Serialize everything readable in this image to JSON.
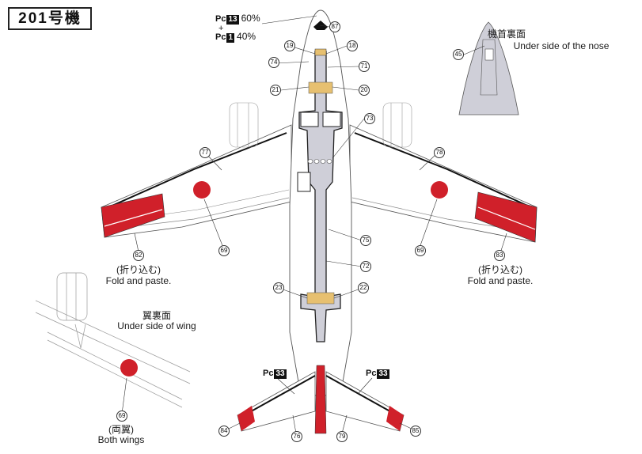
{
  "title": "201号機",
  "paint_note": {
    "line1_code": "13",
    "line1_pct": "60%",
    "plus": "+",
    "line2_code": "1",
    "line2_pct": "40%",
    "prefix": "Pc"
  },
  "nose_inset": {
    "label_jp": "機首裏面",
    "label_en": "Under side of the nose"
  },
  "wing_inset": {
    "label_jp": "翼裏面",
    "label_en": "Under side of wing"
  },
  "both_wings": {
    "label_jp": "(両翼)",
    "label_en": "Both wings"
  },
  "fold_left": {
    "label_jp": "(折り込む)",
    "label_en": "Fold and paste."
  },
  "fold_right": {
    "label_jp": "(折り込む)",
    "label_en": "Fold and paste."
  },
  "tail_paint_left": {
    "prefix": "Pc",
    "code": "33"
  },
  "tail_paint_right": {
    "prefix": "Pc",
    "code": "33"
  },
  "callouts": {
    "c87": "87",
    "c19": "19",
    "c18": "18",
    "c74": "74",
    "c71": "71",
    "c21": "21",
    "c20": "20",
    "c73": "73",
    "c77": "77",
    "c78": "78",
    "c82": "82",
    "c69a": "69",
    "c69b": "69",
    "c83": "83",
    "c75": "75",
    "c72": "72",
    "c23": "23",
    "c22": "22",
    "c69c": "69",
    "c84": "84",
    "c76": "76",
    "c79": "79",
    "c85": "85",
    "c45": "45"
  },
  "colors": {
    "red": "#d0202a",
    "fuselage_gray": "#cfcfd8",
    "outline": "#222222",
    "light_line": "#9a9a9a"
  }
}
